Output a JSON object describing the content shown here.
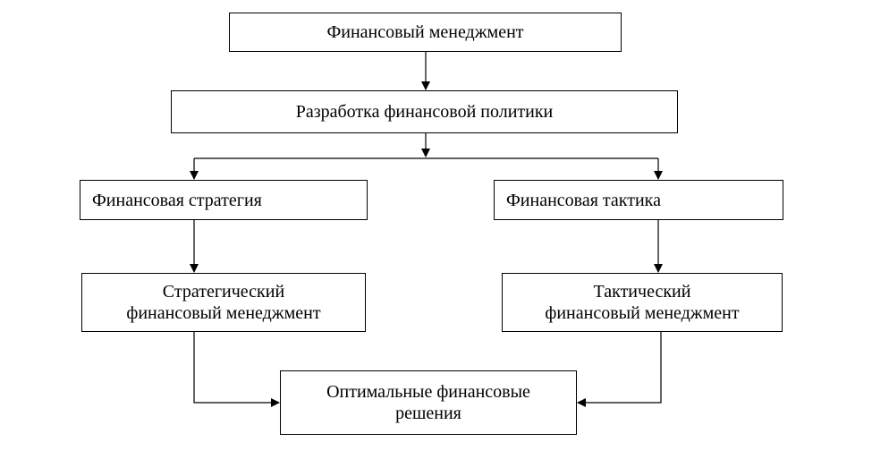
{
  "diagram": {
    "top": {
      "label": "Финансовый менеджмент"
    },
    "policy": {
      "label": "Разработка финансовой политики"
    },
    "strategy": {
      "label": "Финансовая стратегия"
    },
    "tactics": {
      "label": "Финансовая тактика"
    },
    "strategic_fm": {
      "line1": "Стратегический",
      "line2": "финансовый менеджмент"
    },
    "tactical_fm": {
      "line1": "Тактический",
      "line2": "финансовый менеджмент"
    },
    "optimal": {
      "line1": "Оптимальные финансовые",
      "line2": "решения"
    }
  },
  "colors": {
    "line": "#000000",
    "box_border": "#000000",
    "background": "#ffffff"
  }
}
